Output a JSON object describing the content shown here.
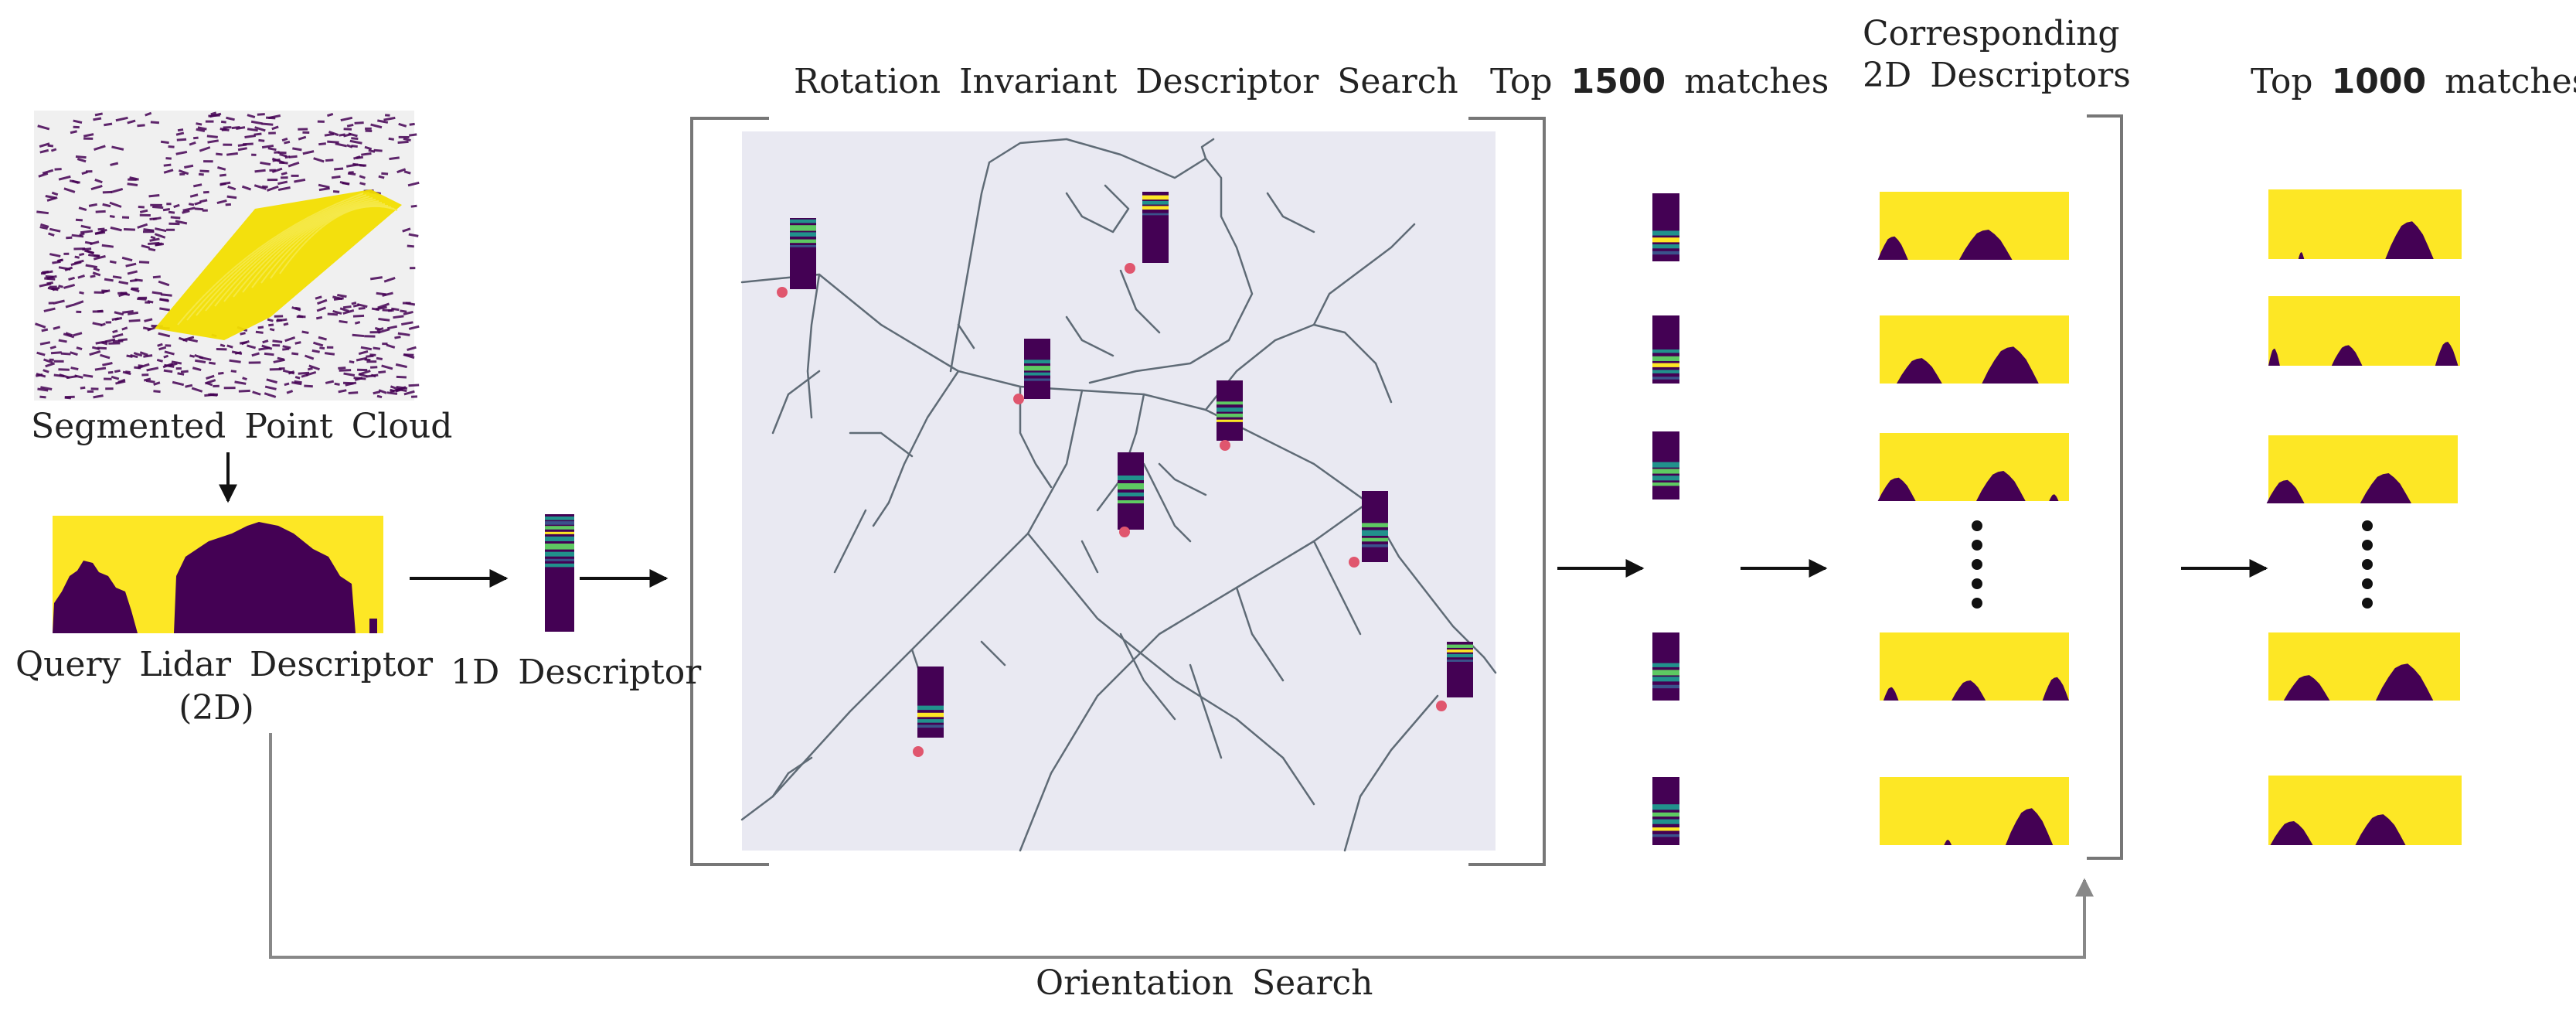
{
  "labels": {
    "segmented": "Segmented Point Cloud",
    "query_line1": "Query Lidar Descriptor",
    "query_line2": "(2D)",
    "one_d": "1D Descriptor",
    "search": "Rotation Invariant Descriptor Search",
    "top_first_prefix": "Top",
    "top_first_count": "1500",
    "top_first_suffix": "matches",
    "corr_line1": "Corresponding",
    "corr_line2": "2D Descriptors",
    "top_second_prefix": "Top",
    "top_second_count": "1000",
    "top_second_suffix": "matches",
    "orientation": "Orientation Search"
  },
  "colors": {
    "viridis_purple": "#440154",
    "viridis_yellow": "#fde725",
    "viridis_green": "#5ec962",
    "viridis_teal": "#21918c",
    "viridis_blue": "#3b528b",
    "map_background": "#e9e9f2",
    "road": "#5f6b76",
    "marker": "#e0566e",
    "bracket": "#777777",
    "arrow": "#111111"
  },
  "icons": {
    "ellipsis": "vertical-dots-icon",
    "arrow": "right-arrow-icon"
  }
}
